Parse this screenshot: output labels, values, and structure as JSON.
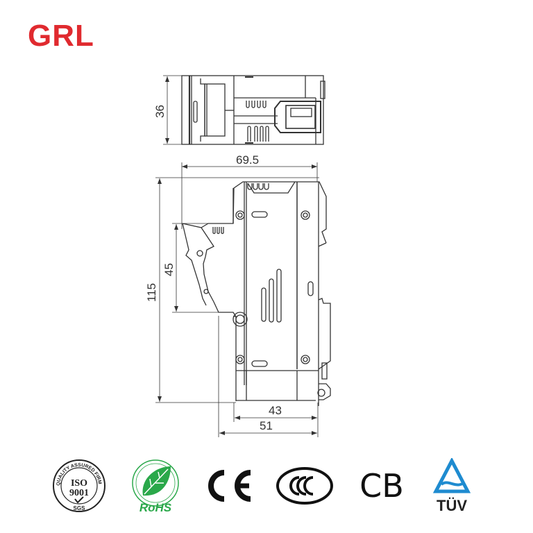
{
  "brand": {
    "name": "GRL",
    "color": "#e02a2f"
  },
  "drawing": {
    "subject": "fuse holder dimension drawing",
    "line_color": "#333333",
    "top_view": {
      "height_dim": "36"
    },
    "side_view": {
      "overall_width_dim": "69.5",
      "overall_height_dim": "115",
      "inner_height_dim": "45",
      "base_depth_dim": "43",
      "total_depth_dim": "51"
    }
  },
  "certifications": [
    {
      "id": "iso9001",
      "ring_text": "QUALITY ASSURED FIRM",
      "title_line1": "ISO",
      "title_line2": "9001",
      "footer": "SGS",
      "color": "#222222"
    },
    {
      "id": "rohs",
      "label": "RoHS",
      "color": "#2aa84a"
    },
    {
      "id": "ce",
      "label": "CE",
      "color": "#111111"
    },
    {
      "id": "ccc",
      "label": "CCC",
      "color": "#111111"
    },
    {
      "id": "cb",
      "label": "CB",
      "color": "#111111"
    },
    {
      "id": "tuv",
      "label": "TÜV",
      "color": "#1e8bd0",
      "text_color": "#222222"
    }
  ]
}
